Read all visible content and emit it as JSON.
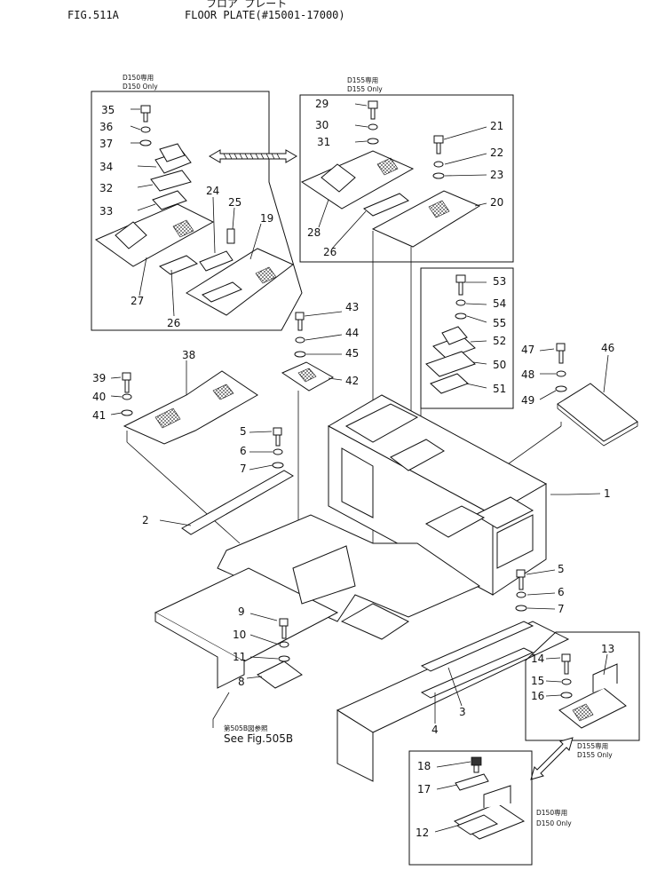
{
  "header": {
    "fig_number": "FIG.511A",
    "title_jp": "フロア プレート",
    "title_en": "FLOOR PLATE(#15001-17000)"
  },
  "variant_notes": {
    "d150_top_jp": "D150専用",
    "d150_top_en": "D150  Only",
    "d155_top_jp": "D155専用",
    "d155_top_en": "D155  Only",
    "d155_bottom_jp": "D155専用",
    "d155_bottom_en": "D155  Only",
    "d150_bottom_jp": "D150専用",
    "d150_bottom_en": "D150  Only"
  },
  "reference": {
    "jp": "第505B図参照",
    "en": "See  Fig.505B"
  },
  "callouts": [
    "35",
    "36",
    "37",
    "34",
    "32",
    "33",
    "24",
    "25",
    "19",
    "27",
    "26",
    "29",
    "30",
    "31",
    "21",
    "22",
    "23",
    "20",
    "28",
    "26",
    "53",
    "54",
    "55",
    "52",
    "50",
    "51",
    "43",
    "44",
    "45",
    "42",
    "47",
    "48",
    "49",
    "46",
    "39",
    "38",
    "40",
    "41",
    "5",
    "6",
    "7",
    "1",
    "2",
    "5",
    "6",
    "7",
    "9",
    "10",
    "11",
    "8",
    "3",
    "4",
    "14",
    "13",
    "15",
    "16",
    "18",
    "17",
    "12"
  ]
}
